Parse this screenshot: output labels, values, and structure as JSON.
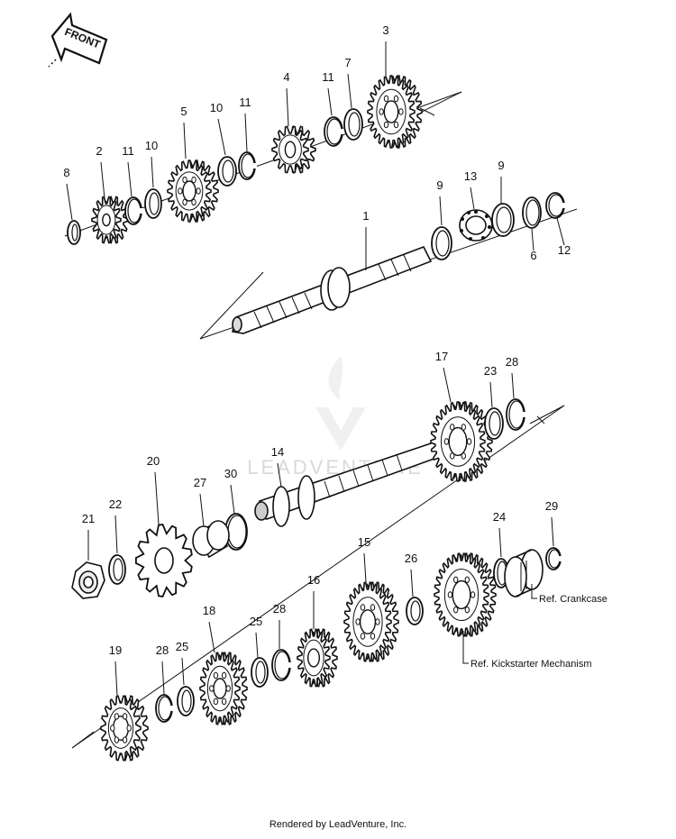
{
  "diagram": {
    "front_label": "FRONT",
    "watermark": "LEADVENTURE",
    "footer": "Rendered by LeadVenture, Inc.",
    "callouts": [
      {
        "id": "c1",
        "label": "1"
      },
      {
        "id": "c2",
        "label": "2"
      },
      {
        "id": "c3",
        "label": "3"
      },
      {
        "id": "c4",
        "label": "4"
      },
      {
        "id": "c5",
        "label": "5"
      },
      {
        "id": "c6",
        "label": "6"
      },
      {
        "id": "c7",
        "label": "7"
      },
      {
        "id": "c8",
        "label": "8"
      },
      {
        "id": "c9a",
        "label": "9"
      },
      {
        "id": "c9b",
        "label": "9"
      },
      {
        "id": "c10a",
        "label": "10"
      },
      {
        "id": "c10b",
        "label": "10"
      },
      {
        "id": "c11a",
        "label": "11"
      },
      {
        "id": "c11b",
        "label": "11"
      },
      {
        "id": "c11c",
        "label": "11"
      },
      {
        "id": "c12",
        "label": "12"
      },
      {
        "id": "c13",
        "label": "13"
      },
      {
        "id": "c14",
        "label": "14"
      },
      {
        "id": "c15",
        "label": "15"
      },
      {
        "id": "c16",
        "label": "16"
      },
      {
        "id": "c17",
        "label": "17"
      },
      {
        "id": "c18",
        "label": "18"
      },
      {
        "id": "c19",
        "label": "19"
      },
      {
        "id": "c20",
        "label": "20"
      },
      {
        "id": "c21",
        "label": "21"
      },
      {
        "id": "c22",
        "label": "22"
      },
      {
        "id": "c23",
        "label": "23"
      },
      {
        "id": "c24",
        "label": "24"
      },
      {
        "id": "c25a",
        "label": "25"
      },
      {
        "id": "c25b",
        "label": "25"
      },
      {
        "id": "c26",
        "label": "26"
      },
      {
        "id": "c27",
        "label": "27"
      },
      {
        "id": "c28a",
        "label": "28"
      },
      {
        "id": "c28b",
        "label": "28"
      },
      {
        "id": "c28c",
        "label": "28"
      },
      {
        "id": "c29",
        "label": "29"
      },
      {
        "id": "c30",
        "label": "30"
      }
    ],
    "references": {
      "crankcase": "Ref. Crankcase",
      "kickstarter": "Ref. Kickstarter Mechanism"
    }
  }
}
